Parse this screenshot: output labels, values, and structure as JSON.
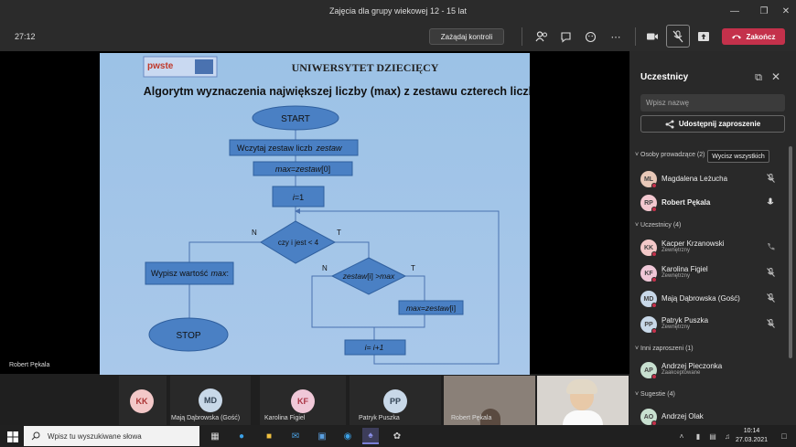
{
  "window": {
    "title": "Zajęcia dla grupy wiekowej 12 - 15 lat"
  },
  "toolbar": {
    "timer": "27:12",
    "request_control": "Zażądaj kontroli",
    "end_call": "Zakończ"
  },
  "slide": {
    "logo_text": "pwste",
    "university": "UNIWERSYTET DZIECIĘCY",
    "heading": "Algorytm wyznaczenia największej liczby (max) z zestawu czterech liczb",
    "nodes": {
      "start": "START",
      "read_prefix": "Wczytaj zestaw liczb",
      "read_var": "zestaw",
      "assign_max_left": "max",
      "assign_max_mid": "=",
      "assign_max_right": "zestaw",
      "assign_max_idx": "[0]",
      "assign_i": "i",
      "assign_i_val": "=1",
      "cond1": "czy i jest < 4",
      "cond2_var": "zestaw",
      "cond2_idx": "[i] >",
      "cond2_max": "max",
      "print_prefix": "Wypisz wartość",
      "print_var": "max",
      "print_suffix": ":",
      "update_left": "max",
      "update_mid": "=",
      "update_right": "zestaw",
      "update_idx": "[i]",
      "increment": "i= i+1",
      "stop": "STOP",
      "label_n1": "N",
      "label_t1": "T",
      "label_n2": "N",
      "label_t2": "T"
    }
  },
  "stage": {
    "presenter": "Robert Pękala"
  },
  "strip": [
    {
      "initials": "KK",
      "color": "#f3c8c8",
      "fg": "#a33"
    },
    {
      "initials": "MD",
      "color": "#c8d8e8",
      "fg": "#345",
      "name": "Mają Dąbrowska (Gość)"
    },
    {
      "initials": "KF",
      "color": "#f0c8d8",
      "fg": "#a34",
      "name": "Karolina Figiel"
    },
    {
      "initials": "PP",
      "color": "#c8d8e8",
      "fg": "#345",
      "name": "Patryk Puszka"
    },
    {
      "name": "Robert Pękala"
    }
  ],
  "panel": {
    "title": "Uczestnicy",
    "search_placeholder": "Wpisz nazwę",
    "share": "Udostępnij zaproszenie",
    "presenters_header": "Osoby prowadzące (2)",
    "mute_all": "Wycisz wszystkich",
    "presenters": [
      {
        "name": "Magdalena Leżucha",
        "initials": "ML",
        "color": "#e8c8b8",
        "icon": "mic-off-icon"
      },
      {
        "name": "Robert Pękala",
        "initials": "RP",
        "color": "#f3c8d0",
        "icon": "mic-icon"
      }
    ],
    "attendees_header": "Uczestnicy (4)",
    "attendees": [
      {
        "name": "Kacper Krzanowski",
        "sub": "Zewnętrzny",
        "initials": "KK",
        "color": "#f3c8c8",
        "icon": "phone-icon"
      },
      {
        "name": "Karolina Figiel",
        "sub": "Zewnętrzny",
        "initials": "KF",
        "color": "#f0c8d8",
        "icon": "mic-off-icon"
      },
      {
        "name": "Mają Dąbrowska (Gość)",
        "sub": "",
        "initials": "MD",
        "color": "#c8d8e8",
        "icon": "mic-off-icon"
      },
      {
        "name": "Patryk Puszka",
        "sub": "Zewnętrzny",
        "initials": "PP",
        "color": "#c8d8e8",
        "icon": "mic-off-icon"
      }
    ],
    "invited_header": "Inni zaproszeni (1)",
    "invited": [
      {
        "name": "Andrzej Pieczonka",
        "sub": "Zaakceptowane",
        "initials": "AP",
        "color": "#c8e0d0"
      }
    ],
    "suggestions_header": "Sugestie (4)",
    "suggestions": [
      {
        "name": "Andrzej Olak",
        "initials": "AO",
        "color": "#c8e0d0"
      }
    ]
  },
  "taskbar": {
    "search_placeholder": "Wpisz tu wyszukiwane słowa",
    "time": "10:14",
    "date": "27.03.2021"
  }
}
